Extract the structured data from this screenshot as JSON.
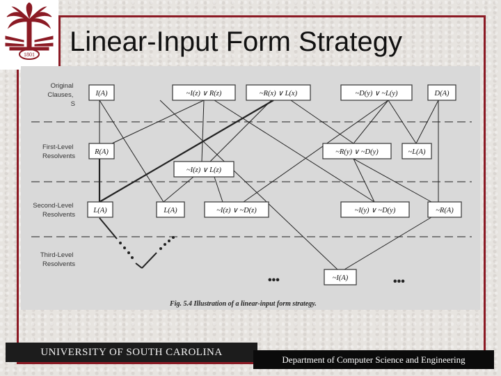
{
  "title": "Linear-Input Form Strategy",
  "footer": {
    "left": "UNIVERSITY OF SOUTH CAROLINA",
    "right": "Department of Computer Science and Engineering"
  },
  "logo": {
    "name": "palmetto-tree-seal-icon",
    "text": "1801"
  },
  "diagram": {
    "row_labels": [
      [
        "Original",
        "Clauses,",
        "S"
      ],
      [
        "First-Level",
        "Resolvents"
      ],
      [
        "Second-Level",
        "Resolvents"
      ],
      [
        "Third-Level",
        "Resolvents"
      ]
    ],
    "nodes": {
      "orig_1": "I(A)",
      "orig_2": "~I(z) ∨ R(z)",
      "orig_3": "~R(x) ∨ L(x)",
      "orig_4": "~D(y) ∨ ~L(y)",
      "orig_5": "D(A)",
      "first_1": "R(A)",
      "first_2": "~I(z) ∨ L(z)",
      "first_3": "~R(y) ∨ ~D(y)",
      "first_4": "~L(A)",
      "second_1": "L(A)",
      "second_2": "L(A)",
      "second_3": "~I(z) ∨ ~D(z)",
      "second_4": "~I(y) ∨ ~D(y)",
      "second_5": "~R(A)",
      "third_1": "~I(A)"
    },
    "ellipsis": "•••",
    "caption": "Fig. 5.4 Illustration of a linear-input form strategy."
  },
  "colors": {
    "accent": "#8b1a24",
    "footer_bg": "#1c1c1c"
  }
}
